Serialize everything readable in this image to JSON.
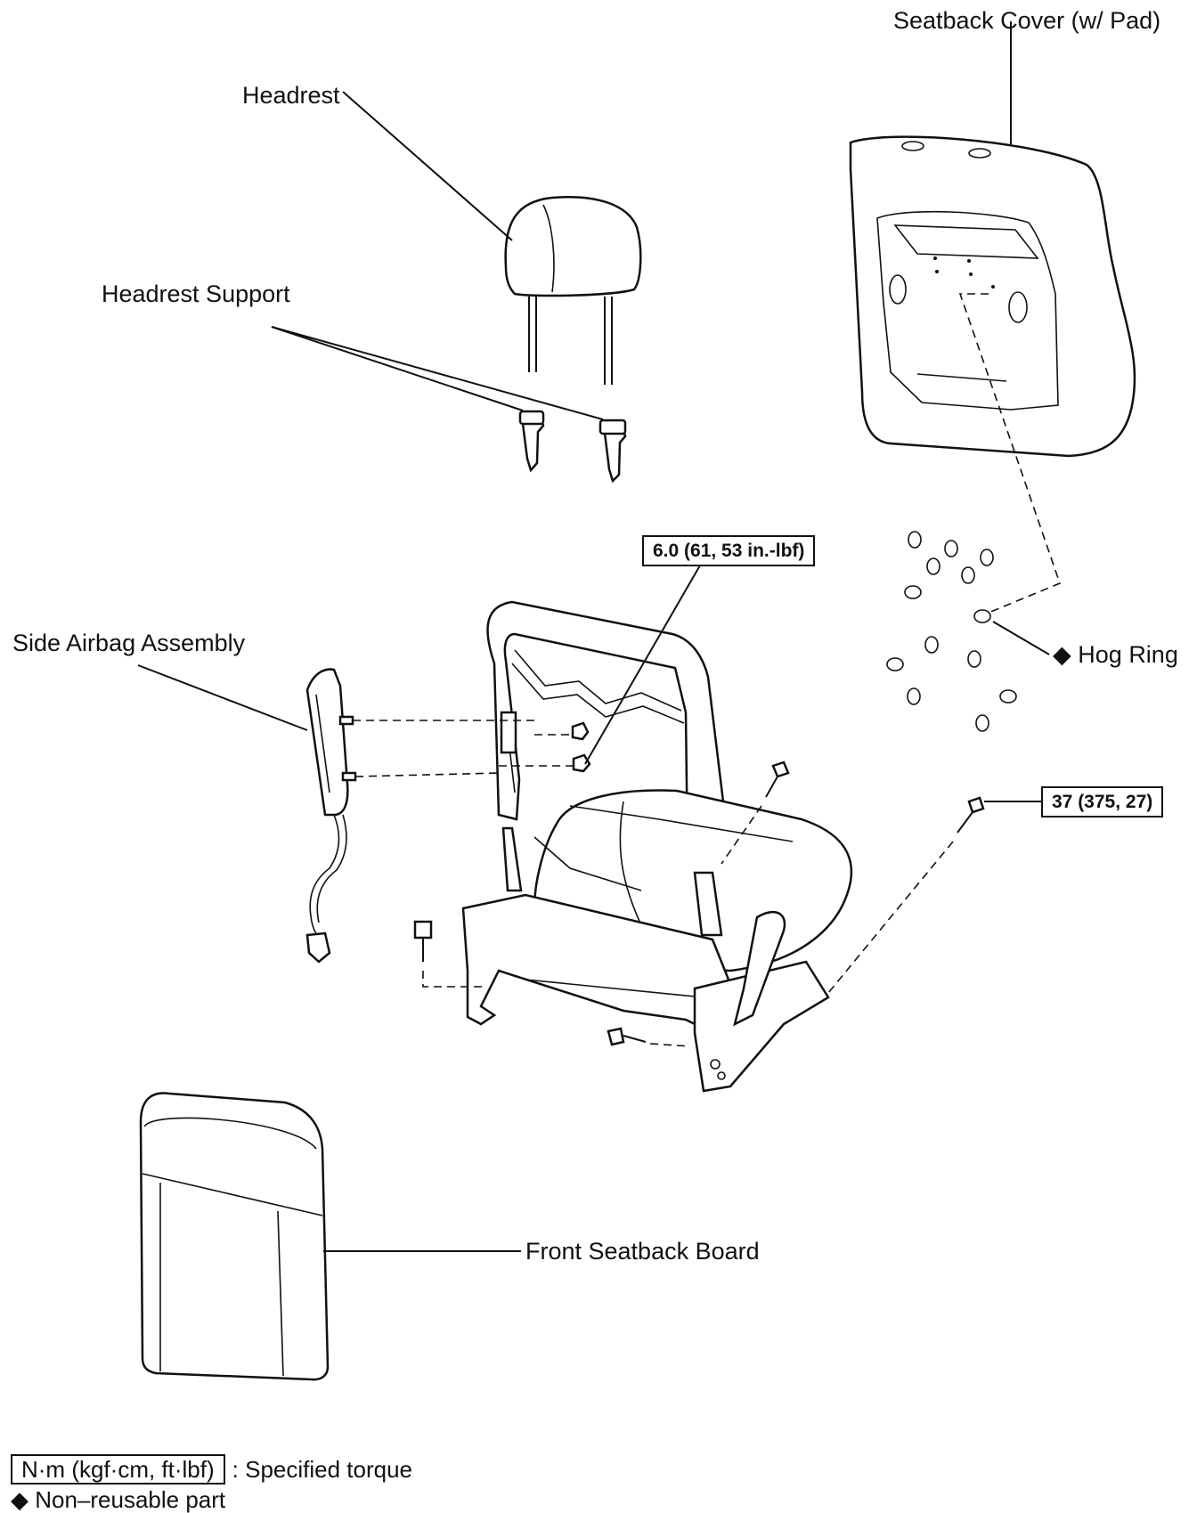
{
  "labels": {
    "seatback_cover": "Seatback Cover (w/ Pad)",
    "headrest": "Headrest",
    "headrest_support": "Headrest Support",
    "side_airbag": "Side Airbag Assembly",
    "hog_ring": "Hog Ring",
    "front_seatback_board": "Front Seatback Board"
  },
  "torque_specs": {
    "airbag_nut": "6.0 (61, 53 in.-lbf)",
    "seat_bolt": "37 (375, 27)"
  },
  "symbols": {
    "non_reusable": "◆"
  },
  "legend": {
    "torque_unit": "N·m (kgf·cm, ft·lbf)",
    "torque_desc": ": Specified torque",
    "non_reusable_desc": "Non–reusable part"
  }
}
